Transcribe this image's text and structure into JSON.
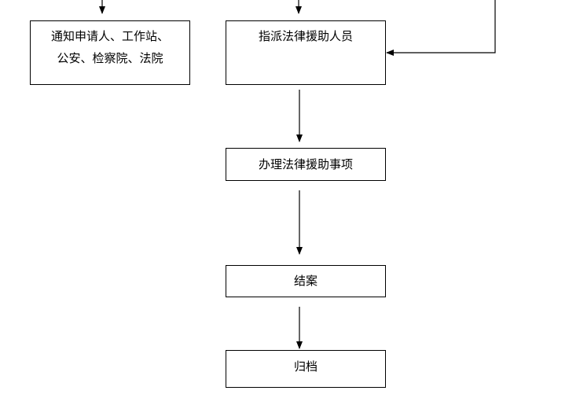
{
  "flowchart": {
    "nodes": {
      "notify": {
        "line1": "通知申请人、工作站、",
        "line2": "公安、检察院、法院"
      },
      "assign": {
        "label": "指派法律援助人员"
      },
      "handle": {
        "label": "办理法律援助事项"
      },
      "close": {
        "label": "结案"
      },
      "archive": {
        "label": "归档"
      }
    },
    "edges": [
      {
        "from": "above",
        "to": "notify"
      },
      {
        "from": "above",
        "to": "assign"
      },
      {
        "from": "right-branch",
        "to": "assign"
      },
      {
        "from": "assign",
        "to": "handle"
      },
      {
        "from": "handle",
        "to": "close"
      },
      {
        "from": "close",
        "to": "archive"
      }
    ],
    "colors": {
      "stroke": "#000000",
      "background": "#ffffff"
    }
  }
}
